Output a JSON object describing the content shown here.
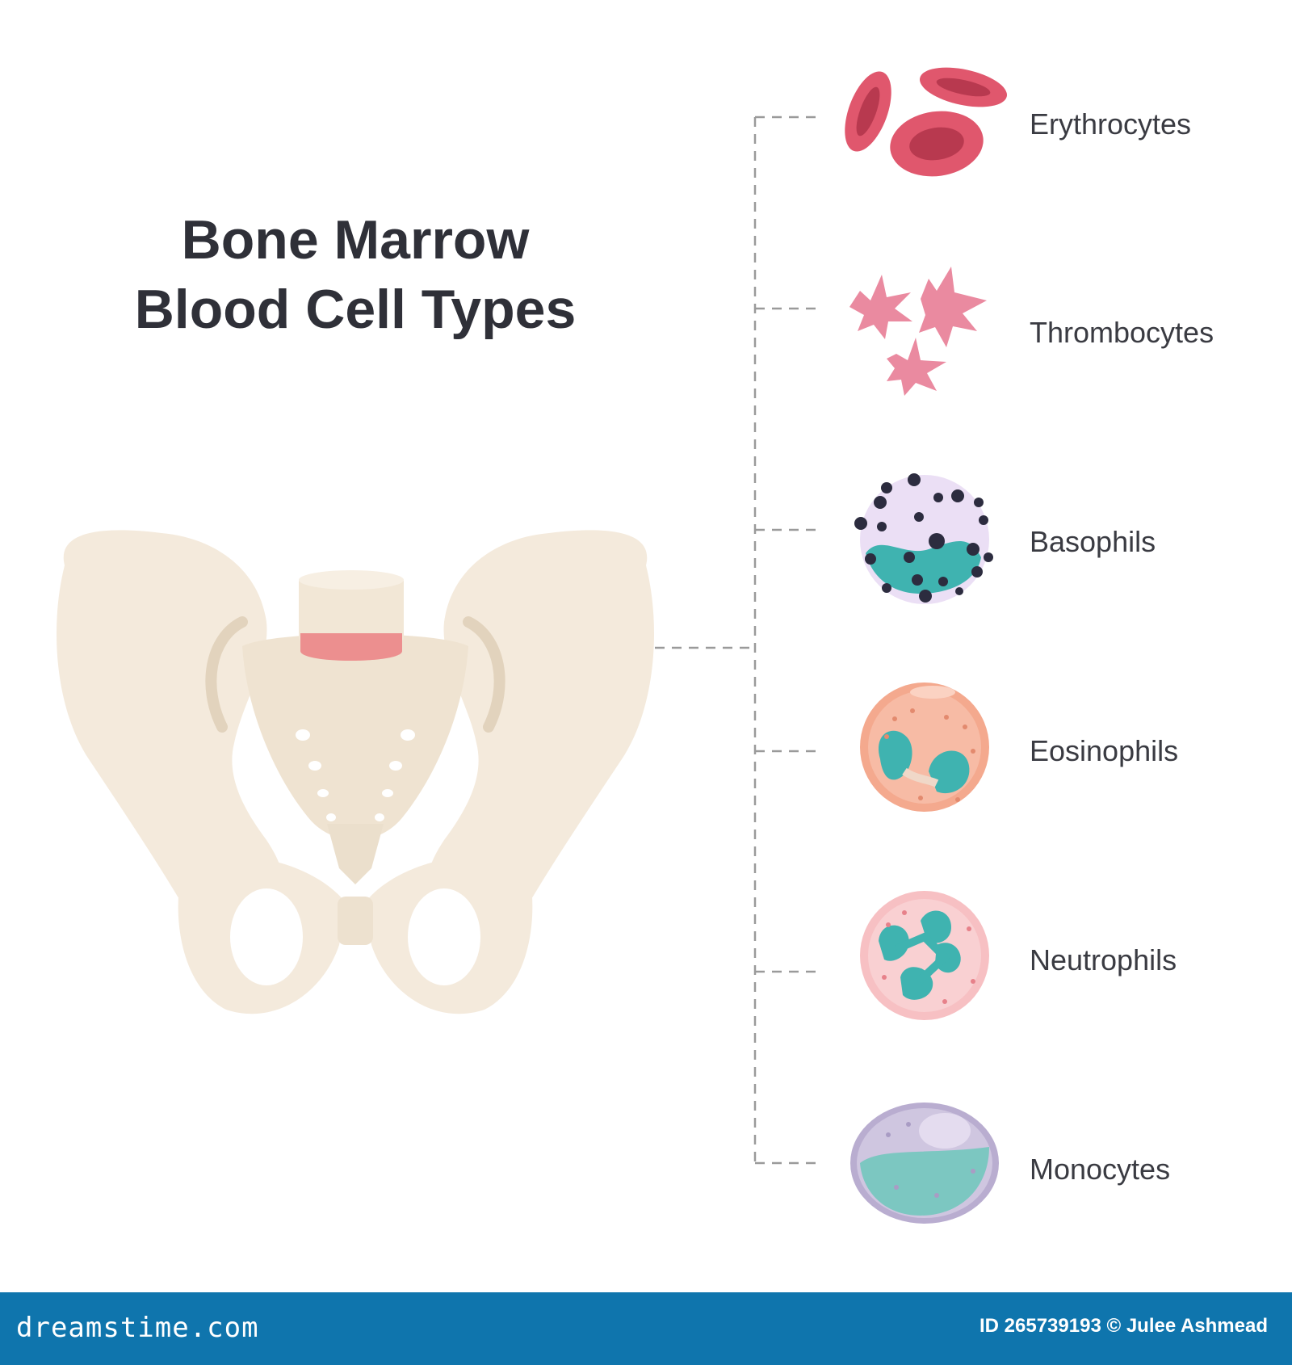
{
  "title": {
    "line1": "Bone Marrow",
    "line2": "Blood Cell Types"
  },
  "cell_types": [
    {
      "label": "Erythrocytes",
      "icon": "erythrocytes-icon"
    },
    {
      "label": "Thrombocytes",
      "icon": "thrombocytes-icon"
    },
    {
      "label": "Basophils",
      "icon": "basophil-icon"
    },
    {
      "label": "Eosinophils",
      "icon": "eosinophil-icon"
    },
    {
      "label": "Neutrophils",
      "icon": "neutrophil-icon"
    },
    {
      "label": "Monocytes",
      "icon": "monocyte-icon"
    }
  ],
  "footer": {
    "brand": "dreamstime.com",
    "credit": "ID 265739193 © Julee Ashmead"
  },
  "colors": {
    "bone": "#f4eadc",
    "bone_shadow": "#e6d9c6",
    "cartilage": "#ec8f8f",
    "erythrocyte": "#e0576d",
    "thrombocyte": "#ea8aa0",
    "teal_nucleus": "#3fb3b0",
    "granule_dark": "#2c2c3f",
    "footer_bg": "#0f75ad"
  }
}
